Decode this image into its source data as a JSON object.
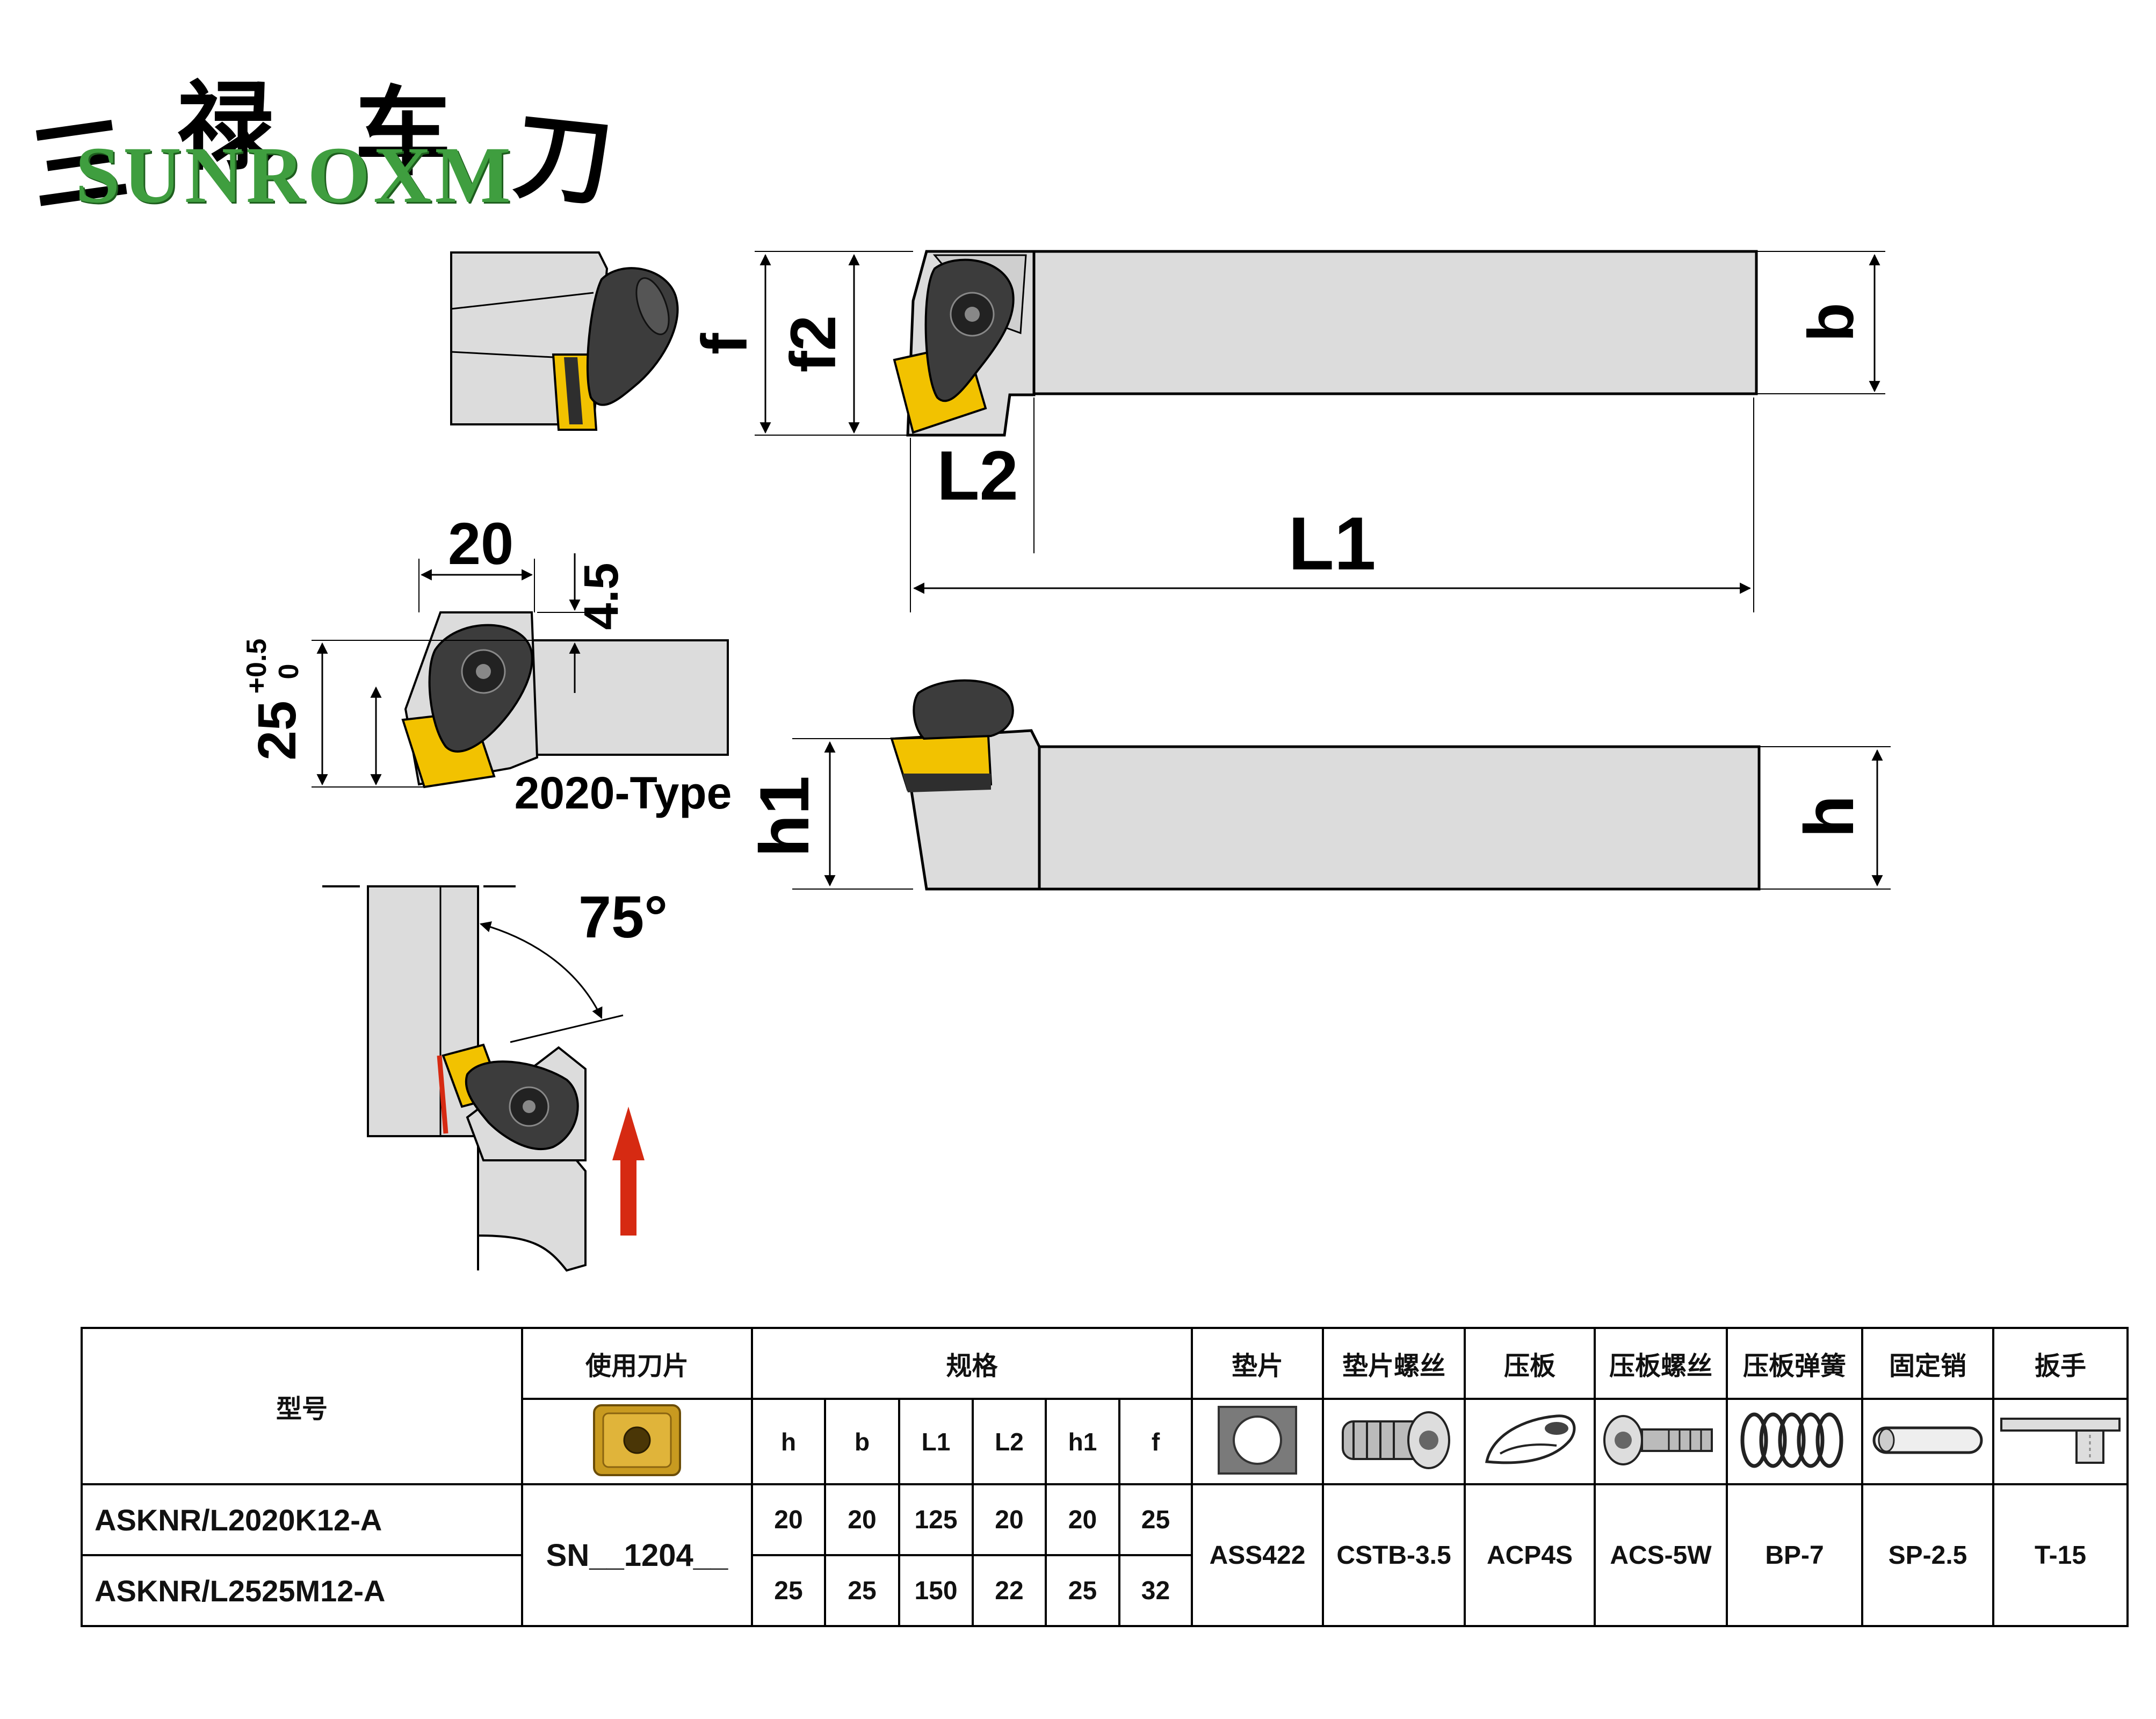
{
  "brand": {
    "name_cn": [
      "三",
      "禄",
      "车",
      "刀"
    ],
    "name_en": "SUNROXM"
  },
  "dimension_labels": {
    "f": "f",
    "f2": "f2",
    "b": "b",
    "L2": "L2",
    "L1": "L1",
    "h1": "h1",
    "h": "h",
    "w20": "20",
    "d45": "4.5",
    "h25": "25",
    "tol_upper": "+0.5",
    "tol_lower": "0",
    "type_label": "2020-Type",
    "angle": "75°"
  },
  "table": {
    "headers": {
      "model": "型号",
      "insert": "使用刀片",
      "spec": "规格",
      "shim": "垫片",
      "shim_screw": "垫片螺丝",
      "clamp": "压板",
      "clamp_screw": "压板螺丝",
      "clamp_spring": "压板弹簧",
      "pin": "固定销",
      "wrench": "扳手"
    },
    "spec_columns": [
      "h",
      "b",
      "L1",
      "L2",
      "h1",
      "f"
    ],
    "rows": [
      {
        "model": "ASKNR/L2020K12-A",
        "values": [
          "20",
          "20",
          "125",
          "20",
          "20",
          "25"
        ]
      },
      {
        "model": "ASKNR/L2525M12-A",
        "values": [
          "25",
          "25",
          "150",
          "22",
          "25",
          "32"
        ]
      }
    ],
    "insert_code": "SN__1204__",
    "parts": {
      "shim": "ASS422",
      "shim_screw": "CSTB-3.5",
      "clamp": "ACP4S",
      "clamp_screw": "ACS-5W",
      "clamp_spring": "BP-7",
      "pin": "SP-2.5",
      "wrench": "T-15"
    }
  },
  "colors": {
    "body_gray": "#dcdcdc",
    "insert_yellow": "#f2c200",
    "clamp_dark": "#3c3c3c",
    "arrow_red": "#d62a12",
    "brand_green": "#3f9e3f"
  }
}
